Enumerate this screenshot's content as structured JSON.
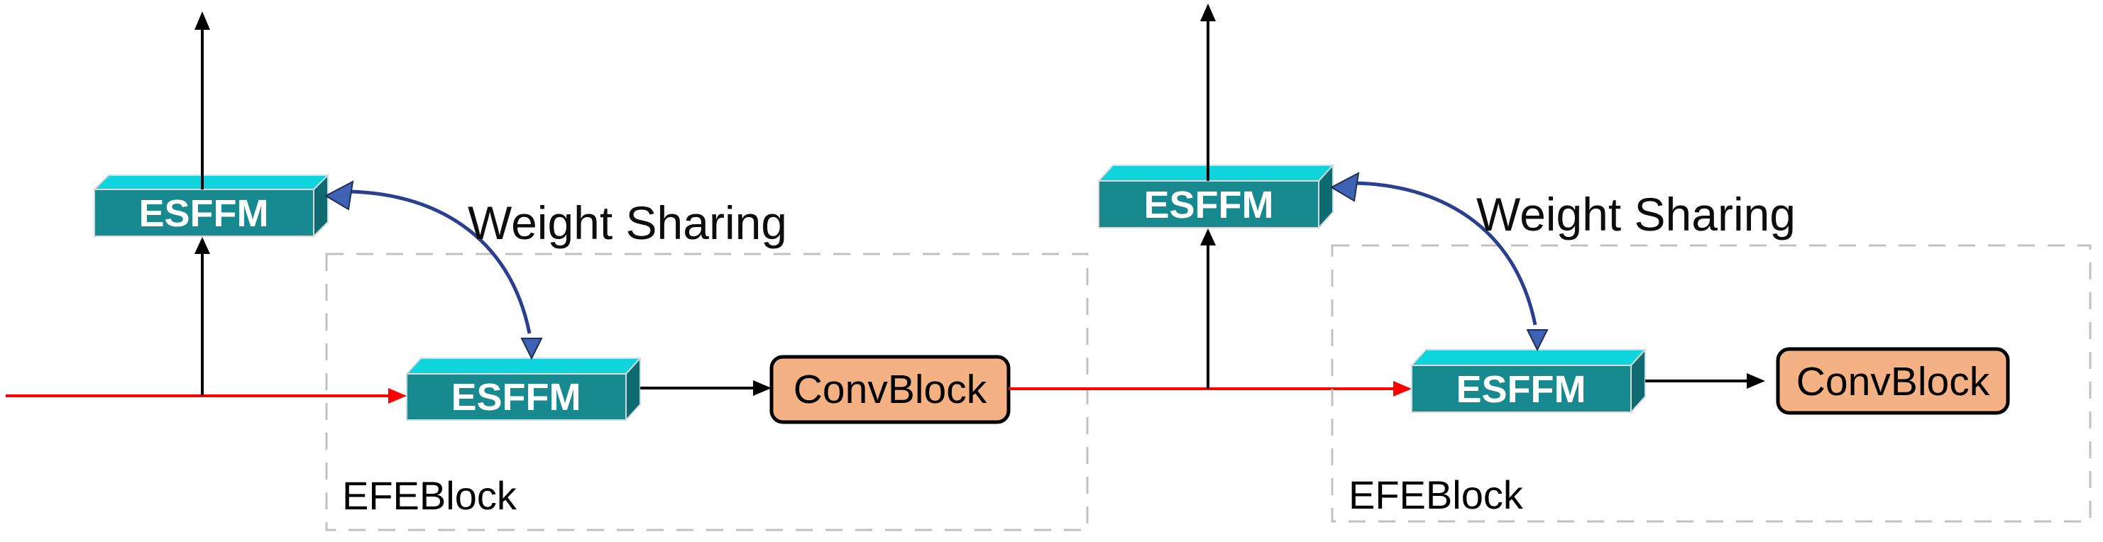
{
  "figure": {
    "type": "architecture-diagram",
    "colors": {
      "esffm_front": "#17898F",
      "esffm_side": "#0F6B72",
      "esffm_top": "#0FD4DB",
      "esffm_edge": "#D9D9D9",
      "esffm_text": "#FFFFFF",
      "convblock_fill": "#F4B183",
      "convblock_border": "#000000",
      "dashed_border": "#C0C0C0",
      "data_flow_red": "#FF0000",
      "arrow_black": "#000000",
      "weight_share_line": "#2B3F8F",
      "weight_share_head": "#3F62B5",
      "label_text": "#000000"
    },
    "units": [
      {
        "position": "left",
        "esffm_shared_label": "ESFFM",
        "esffm_inner_label": "ESFFM",
        "conv_block_label": "ConvBlock",
        "container_label": "EFEBlock",
        "annotation": "Weight Sharing"
      },
      {
        "position": "right",
        "esffm_shared_label": "ESFFM",
        "esffm_inner_label": "ESFFM",
        "conv_block_label": "ConvBlock",
        "container_label": "EFEBlock",
        "annotation": "Weight Sharing"
      }
    ]
  }
}
